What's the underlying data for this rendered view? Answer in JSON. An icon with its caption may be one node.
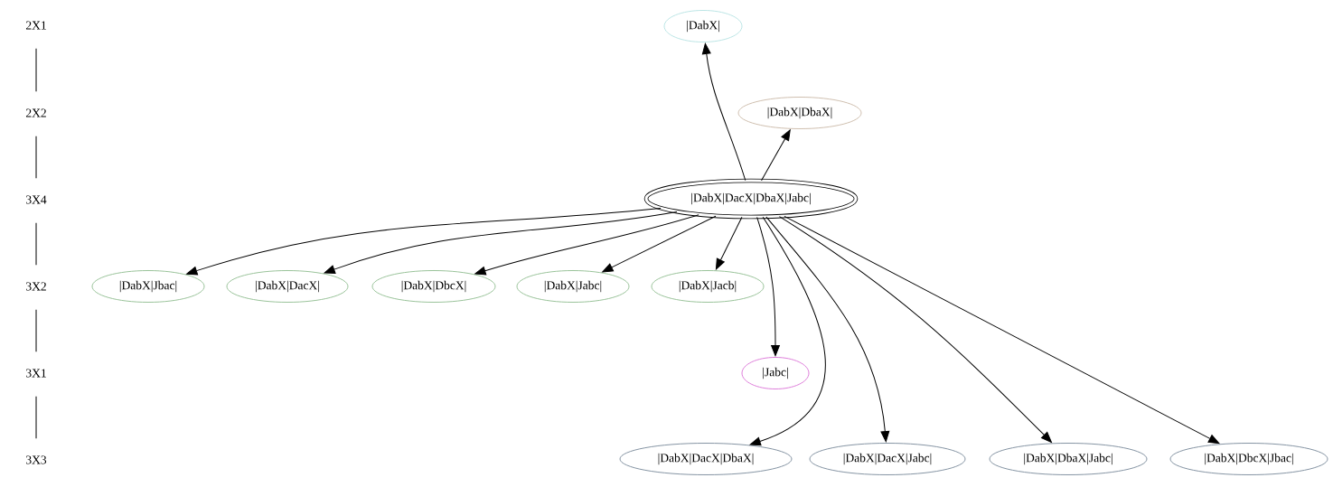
{
  "diagram": {
    "nodes": [
      {
        "text": [
          "2X1"
        ]
      },
      {
        "text": [
          "|DabX|"
        ]
      },
      {
        "text": [
          "2X2"
        ]
      },
      {
        "text": [
          "|DabX|DbaX|"
        ]
      },
      {
        "text": [
          "3X4"
        ]
      },
      {
        "text": [
          "|DabX|DacX|DbaX|Jabc|"
        ]
      },
      {
        "text": [
          "3X2"
        ]
      },
      {
        "text": [
          "|DabX|Jbac|"
        ]
      },
      {
        "text": [
          "|DabX|DacX|"
        ]
      },
      {
        "text": [
          "|DabX|DbcX|"
        ]
      },
      {
        "text": [
          "|DabX|Jabc|"
        ]
      },
      {
        "text": [
          "|DabX|Jacb|"
        ]
      },
      {
        "text": [
          "3X1"
        ]
      },
      {
        "text": [
          "|Jabc|"
        ]
      },
      {
        "text": [
          "3X3"
        ]
      },
      {
        "text": [
          "|DabX|DacX|DbaX|"
        ]
      },
      {
        "text": [
          "|DabX|DacX|Jabc|"
        ]
      },
      {
        "text": [
          "|DabX|DbaX|Jabc|"
        ]
      },
      {
        "text": [
          "|DabX|DbcX|Jbac|"
        ]
      }
    ],
    "edges": [
      {
        "from": 0,
        "to": 2,
        "arrow": "none"
      },
      {
        "from": 2,
        "to": 4,
        "arrow": "none"
      },
      {
        "from": 4,
        "to": 6,
        "arrow": "none"
      },
      {
        "from": 6,
        "to": 12,
        "arrow": "none"
      },
      {
        "from": 12,
        "to": 14,
        "arrow": "none"
      },
      {
        "from": 5,
        "to": 1,
        "arrow": "to"
      },
      {
        "from": 5,
        "to": 3,
        "arrow": "to"
      },
      {
        "from": 5,
        "to": 7,
        "arrow": "to"
      },
      {
        "from": 5,
        "to": 8,
        "arrow": "to"
      },
      {
        "from": 5,
        "to": 9,
        "arrow": "to"
      },
      {
        "from": 5,
        "to": 10,
        "arrow": "to"
      },
      {
        "from": 5,
        "to": 11,
        "arrow": "to"
      },
      {
        "from": 5,
        "to": 13,
        "arrow": "to"
      },
      {
        "from": 5,
        "to": 15,
        "arrow": "to"
      },
      {
        "from": 5,
        "to": 16,
        "arrow": "to"
      },
      {
        "from": 5,
        "to": 17,
        "arrow": "to"
      },
      {
        "from": 5,
        "to": 18,
        "arrow": "to"
      }
    ]
  }
}
